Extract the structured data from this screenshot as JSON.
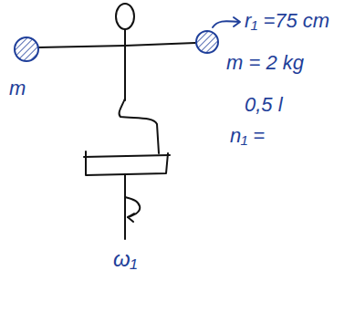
{
  "diagram": {
    "labels": [
      "r₁ =75 cm",
      "m",
      "m = 2 kg",
      "0,5 l",
      "n₁ =",
      "ω₁"
    ]
  }
}
